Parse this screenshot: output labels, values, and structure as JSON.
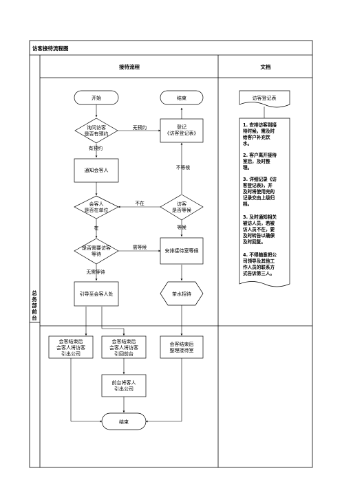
{
  "table": {
    "title": "访客接待流程图",
    "col_process": "接待流程",
    "col_docs": "文档",
    "side_label": [
      "总",
      "务",
      "部",
      "前",
      "台"
    ]
  },
  "nodes": {
    "start": "开始",
    "end_top": "结束",
    "ask": [
      "询问访客",
      "是否有预约"
    ],
    "register": [
      "登记",
      "《访客登记表》"
    ],
    "notify": "通知会客人",
    "host_in": [
      "会客人",
      "是否在单位"
    ],
    "visitor_wait": [
      "访客",
      "是否等候"
    ],
    "need_wait": [
      "是否需要访客",
      "等待"
    ],
    "arrange_room": "安排接待室等候",
    "guide": "引导至会客人处",
    "tea": "茶水招待",
    "after_host_out": [
      "会客结束后",
      "会客人将访客",
      "引出公司"
    ],
    "after_host_front": [
      "会客结束后",
      "会客人将访客",
      "引回前台"
    ],
    "after_clean": [
      "会客结束后",
      "整理接待室"
    ],
    "front_out": [
      "前台将客人",
      "引出公司"
    ],
    "end_bottom": "结束"
  },
  "edges": {
    "no_appt": "无预约",
    "has_appt": "有预约",
    "no_wait": "不等候",
    "not_in": "不在",
    "in": "在",
    "wait": "等候",
    "need_wait": "需等候",
    "no_need_wait": "无需等待"
  },
  "docs": {
    "form_name": "访客登记表",
    "notes": [
      [
        "1. 安排访客到接",
        "待时候，需及时",
        "给客户补充饮",
        "水。"
      ],
      [
        "2. 客户离开接待",
        "室后，及时整",
        "理。"
      ],
      [
        "3. 详细记录《访",
        "客登记表》，并",
        "及时将使用完的",
        "记录交由上级归",
        "档。"
      ],
      [
        "3. 及时通知相关",
        "被访人员，若被",
        "访人员不在，要",
        "及时转告以确保",
        "及时回复。"
      ],
      [
        "4. 不得随意把公",
        "司领导及其他工",
        "作人员的联系方",
        "式告诉第三人。"
      ]
    ]
  }
}
